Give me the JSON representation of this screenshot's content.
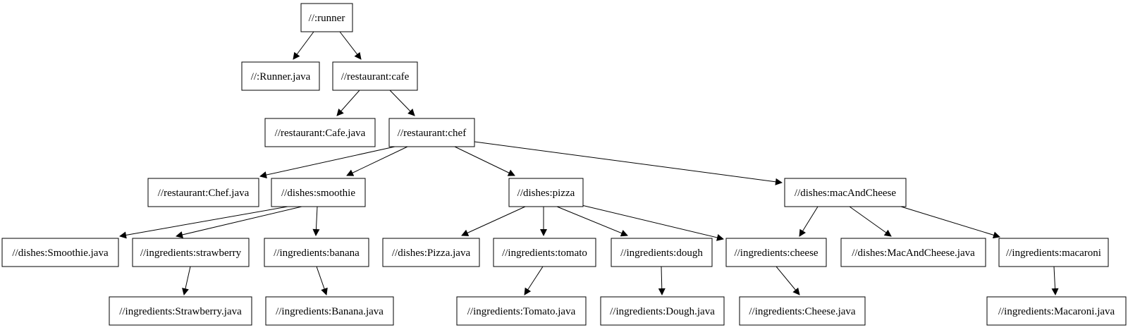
{
  "graph": {
    "title": "build target dependency graph",
    "background_color": "#ffffff",
    "node_fill_color": "#ffffff",
    "node_border_color": "#000000",
    "edge_color": "#000000",
    "text_color": "#000000",
    "nodes": {
      "runner": {
        "label": "//:runner"
      },
      "runner_java": {
        "label": "//:Runner.java"
      },
      "cafe": {
        "label": "//restaurant:cafe"
      },
      "cafe_java": {
        "label": "//restaurant:Cafe.java"
      },
      "chef": {
        "label": "//restaurant:chef"
      },
      "chef_java": {
        "label": "//restaurant:Chef.java"
      },
      "smoothie": {
        "label": "//dishes:smoothie"
      },
      "pizza": {
        "label": "//dishes:pizza"
      },
      "macandcheese": {
        "label": "//dishes:macAndCheese"
      },
      "smoothie_java": {
        "label": "//dishes:Smoothie.java"
      },
      "strawberry": {
        "label": "//ingredients:strawberry"
      },
      "banana": {
        "label": "//ingredients:banana"
      },
      "pizza_java": {
        "label": "//dishes:Pizza.java"
      },
      "tomato": {
        "label": "//ingredients:tomato"
      },
      "dough": {
        "label": "//ingredients:dough"
      },
      "cheese": {
        "label": "//ingredients:cheese"
      },
      "macandcheese_java": {
        "label": "//dishes:MacAndCheese.java"
      },
      "macaroni": {
        "label": "//ingredients:macaroni"
      },
      "strawberry_java": {
        "label": "//ingredients:Strawberry.java"
      },
      "banana_java": {
        "label": "//ingredients:Banana.java"
      },
      "tomato_java": {
        "label": "//ingredients:Tomato.java"
      },
      "dough_java": {
        "label": "//ingredients:Dough.java"
      },
      "cheese_java": {
        "label": "//ingredients:Cheese.java"
      },
      "macaroni_java": {
        "label": "//ingredients:Macaroni.java"
      }
    },
    "edges": [
      {
        "from": "runner",
        "to": "runner_java"
      },
      {
        "from": "runner",
        "to": "cafe"
      },
      {
        "from": "cafe",
        "to": "cafe_java"
      },
      {
        "from": "cafe",
        "to": "chef"
      },
      {
        "from": "chef",
        "to": "chef_java"
      },
      {
        "from": "chef",
        "to": "smoothie"
      },
      {
        "from": "chef",
        "to": "pizza"
      },
      {
        "from": "chef",
        "to": "macandcheese"
      },
      {
        "from": "smoothie",
        "to": "smoothie_java"
      },
      {
        "from": "smoothie",
        "to": "strawberry"
      },
      {
        "from": "smoothie",
        "to": "banana"
      },
      {
        "from": "pizza",
        "to": "pizza_java"
      },
      {
        "from": "pizza",
        "to": "tomato"
      },
      {
        "from": "pizza",
        "to": "dough"
      },
      {
        "from": "pizza",
        "to": "cheese"
      },
      {
        "from": "macandcheese",
        "to": "cheese"
      },
      {
        "from": "macandcheese",
        "to": "macandcheese_java"
      },
      {
        "from": "macandcheese",
        "to": "macaroni"
      },
      {
        "from": "strawberry",
        "to": "strawberry_java"
      },
      {
        "from": "banana",
        "to": "banana_java"
      },
      {
        "from": "tomato",
        "to": "tomato_java"
      },
      {
        "from": "dough",
        "to": "dough_java"
      },
      {
        "from": "cheese",
        "to": "cheese_java"
      },
      {
        "from": "macaroni",
        "to": "macaroni_java"
      }
    ]
  }
}
